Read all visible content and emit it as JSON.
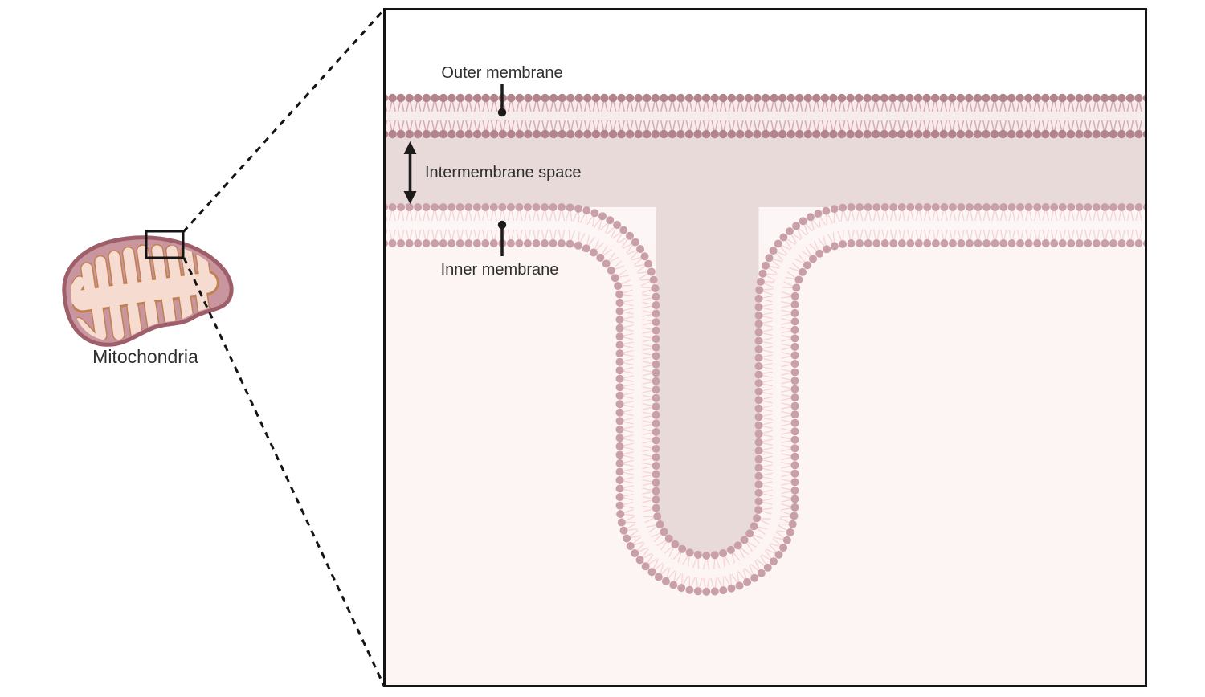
{
  "figure": {
    "title_context": "Mitochondria membrane detail diagram",
    "mitochondria_label": "Mitochondria",
    "labels": {
      "outer_membrane": "Outer membrane",
      "intermembrane_space": "Intermembrane space",
      "inner_membrane": "Inner membrane"
    },
    "icons": {
      "outer_membrane_pointer": "lollipop-line-pointer-down",
      "inner_membrane_pointer": "lollipop-line-pointer-up",
      "intermembrane_space_arrow": "double-headed-vertical-arrow",
      "zoom_region": "rectangle-with-dashed-callout-lines"
    }
  },
  "colors": {
    "background": "#ffffff",
    "box_border": "#141414",
    "matrix": "#fdf5f4",
    "cytosol": "#ffffff",
    "intermembrane_space": "#e9dada",
    "outer_band_tint": "#f7ecec",
    "inner_band_tint": "#fdf6f6",
    "outer_head": "#b2848c",
    "outer_tail": "#d9aab1",
    "inner_head": "#c9a0a8",
    "inner_tail": "#f5d6d6",
    "label_text": "#2e2e2e",
    "pointer": "#1c1c1c",
    "dashed_line": "#141414",
    "mito_outer_fill": "#c996a0",
    "mito_outer_stroke": "#9e5e6a",
    "mito_inner_fill": "#f6dcd0",
    "mito_inner_stroke": "#c08050"
  }
}
